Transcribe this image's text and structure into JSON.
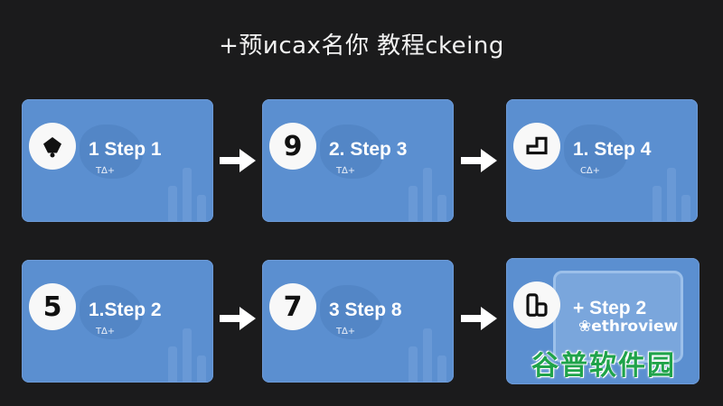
{
  "title": "+预исах名你 教程ckeing",
  "cards": [
    {
      "badge_icon": "bell-icon",
      "label": "1 Step 1",
      "sub": "T∆+"
    },
    {
      "badge_number": "9",
      "label": "2. Step 3",
      "sub": "T∆+"
    },
    {
      "badge_icon": "step-shape-icon",
      "label": "1. Step 4",
      "sub": "C∆+"
    },
    {
      "badge_number": "5",
      "label": "1.Step 2",
      "sub": "T∆+"
    },
    {
      "badge_number": "7",
      "label": "3 Step 8",
      "sub": "T∆+"
    },
    {
      "badge_icon": "document-icon",
      "label": "+ Step 2",
      "sub": "❀ethroview"
    }
  ],
  "watermark": "谷普软件园"
}
